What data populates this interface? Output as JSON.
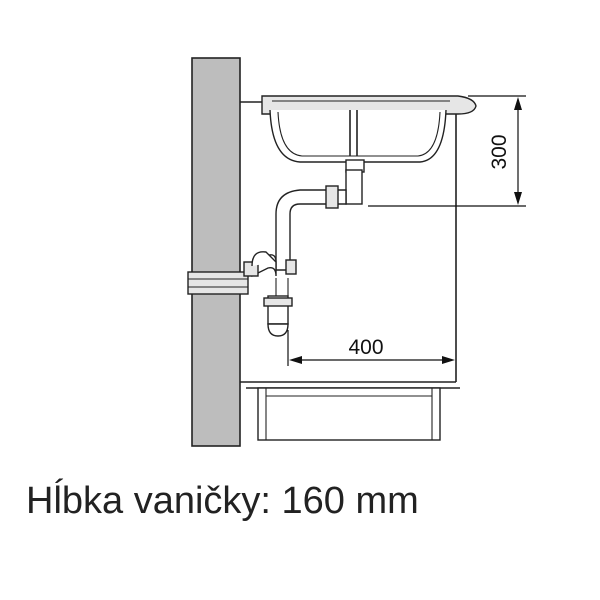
{
  "diagram": {
    "dimensions": {
      "height_label": "300",
      "width_label": "400"
    },
    "caption": "Hĺbka vaničky: 160 mm"
  }
}
